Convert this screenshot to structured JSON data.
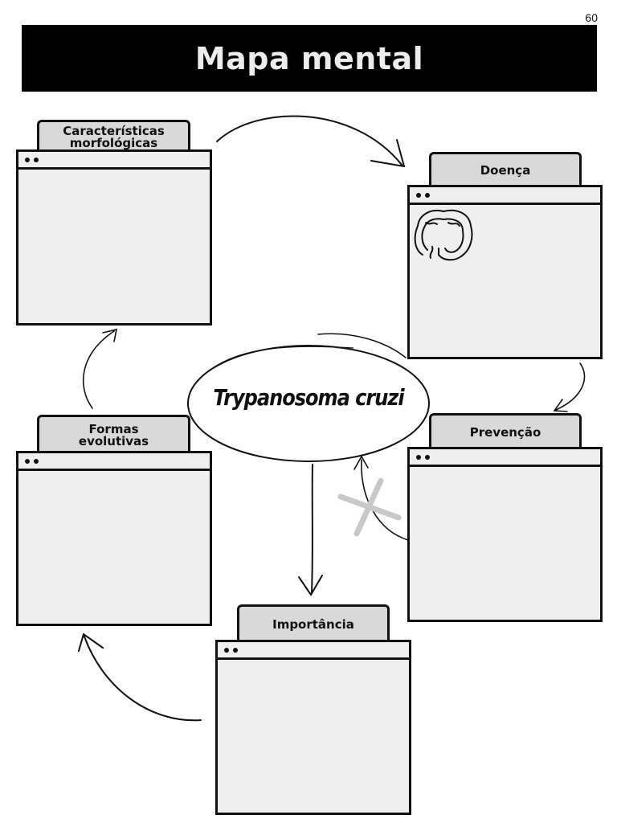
{
  "page": {
    "number": "60",
    "title": "Mapa mental"
  },
  "center": {
    "label": "Trypanosoma cruzi"
  },
  "nodes": {
    "morfologicas": {
      "label": "Características\nmorfológicas"
    },
    "doenca": {
      "label": "Doença",
      "icon": "intestine-icon"
    },
    "prevencao": {
      "label": "Prevenção"
    },
    "formas": {
      "label": "Formas\nevolutivas"
    },
    "importancia": {
      "label": "Importância"
    }
  },
  "decorations": {
    "cross": {
      "icon": "cross-icon",
      "color": "#c8c8c8"
    }
  },
  "colors": {
    "banner": "#000000",
    "tab": "#d9d9d9",
    "window": "#efefef",
    "stroke": "#111111"
  }
}
